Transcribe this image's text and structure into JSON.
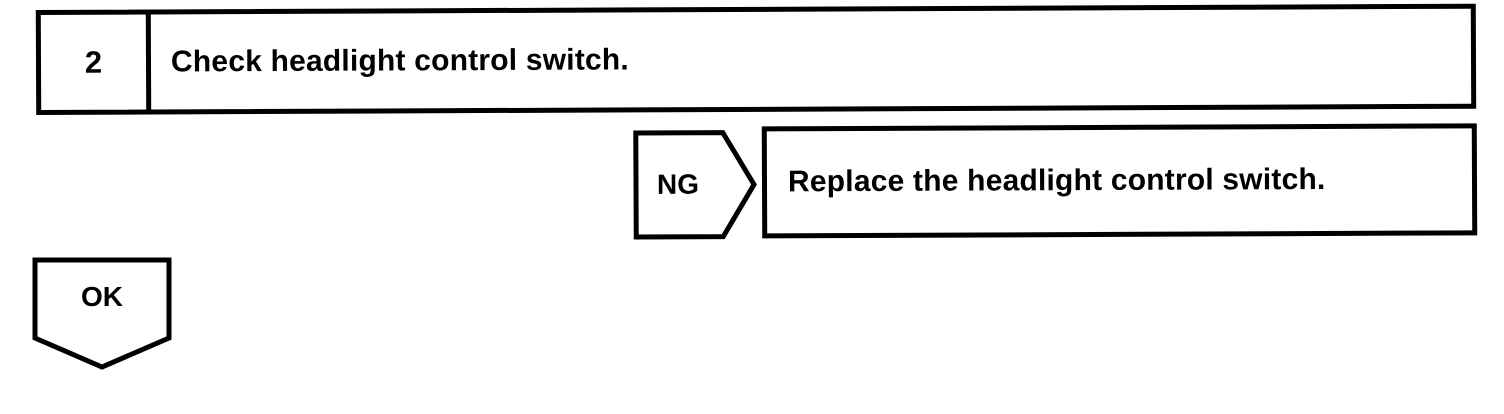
{
  "flowchart": {
    "step": {
      "number": "2",
      "instruction": "Check headlight control switch."
    },
    "ng_branch": {
      "label": "NG",
      "action": "Replace the headlight control switch."
    },
    "ok_branch": {
      "label": "OK"
    }
  },
  "colors": {
    "line": "#000000",
    "background": "#ffffff"
  }
}
